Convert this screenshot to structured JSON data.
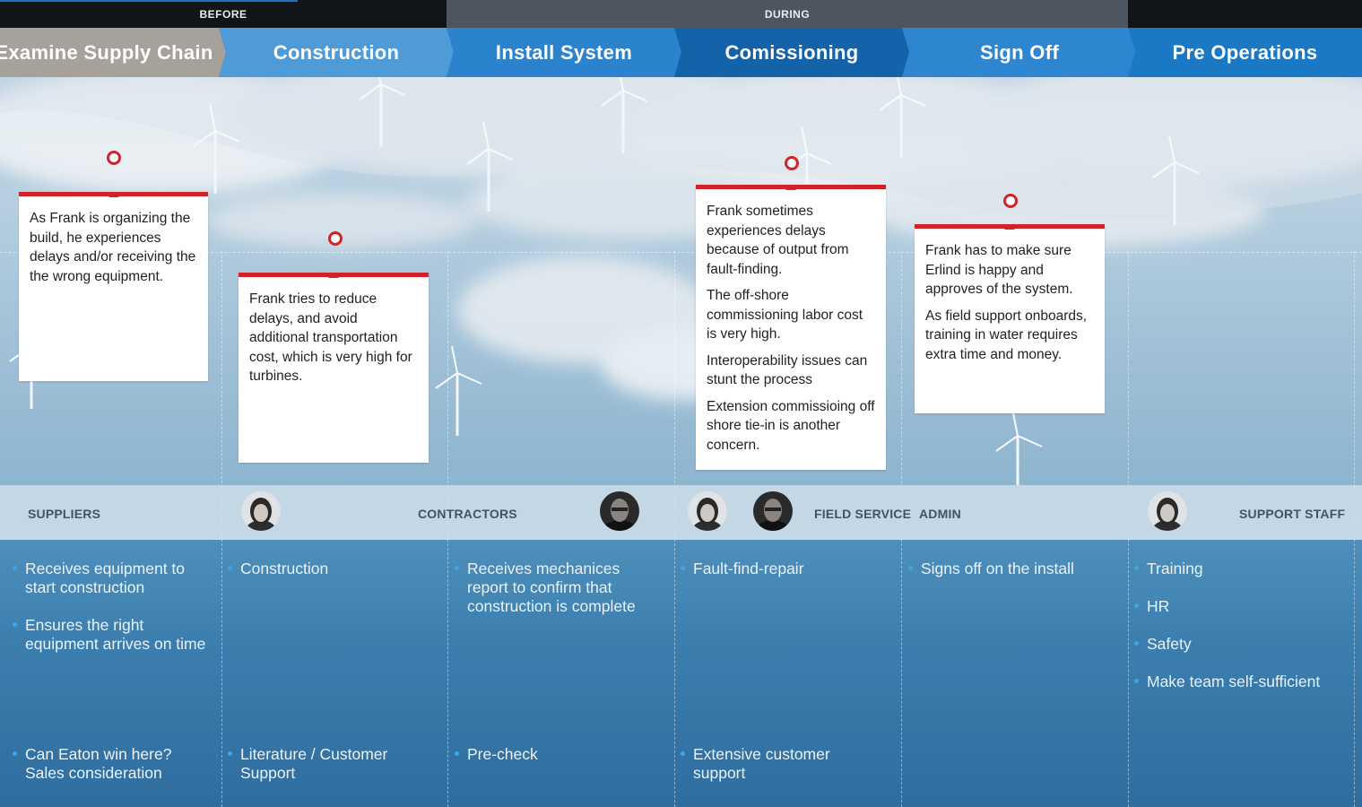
{
  "phases": {
    "before": "BEFORE",
    "during": "DURING"
  },
  "stages": [
    {
      "label": "Examine Supply Chain",
      "color": "#a7a19c"
    },
    {
      "label": "Construction",
      "color": "#4f9bd8"
    },
    {
      "label": "Install System",
      "color": "#2b82cd"
    },
    {
      "label": "Comissioning",
      "color": "#1462a8"
    },
    {
      "label": "Sign Off",
      "color": "#2d86cf"
    },
    {
      "label": "Pre Operations",
      "color": "#1a78c4"
    }
  ],
  "cards": {
    "examine": [
      "As Frank is organizing the build, he experiences delays and/or receiving the the wrong equipment."
    ],
    "construction": [
      "Frank tries to reduce delays, and avoid additional transportation cost, which is very high for turbines."
    ],
    "commissioning": [
      "Frank sometimes experiences delays because of output from fault-finding.",
      "The off-shore commissioning labor cost is very high.",
      "Interoperability issues can stunt the process",
      "Extension commissioing off shore tie-in is another concern."
    ],
    "signoff": [
      "Frank has to make sure Erlind is happy and approves of the system.",
      "As field support onboards, training in water requires extra time and money."
    ]
  },
  "roles": {
    "suppliers": "SUPPLIERS",
    "contractors": "CONTRACTORS",
    "field_service": "FIELD SERVICE",
    "admin": "ADMIN",
    "support_staff": "SUPPORT STAFF"
  },
  "tasks": {
    "examine": [
      "Receives equipment to start construction",
      "Ensures the right equipment arrives on time"
    ],
    "construction": [
      "Construction"
    ],
    "install": [
      "Receives mechanices report to confirm that construction is complete"
    ],
    "commissioning": [
      "Fault-find-repair"
    ],
    "signoff": [
      "Signs off on the install"
    ],
    "preops": [
      "Training",
      "HR",
      "Safety",
      "Make team self-sufficient"
    ]
  },
  "bottom": {
    "examine": "Can Eaton win here? Sales consideration",
    "construction": "Literature / Customer Support",
    "install": "Pre-check",
    "commissioning": "Extensive customer support"
  },
  "colors": {
    "accent": "#d2232a",
    "bullet": "#3da5e8"
  }
}
